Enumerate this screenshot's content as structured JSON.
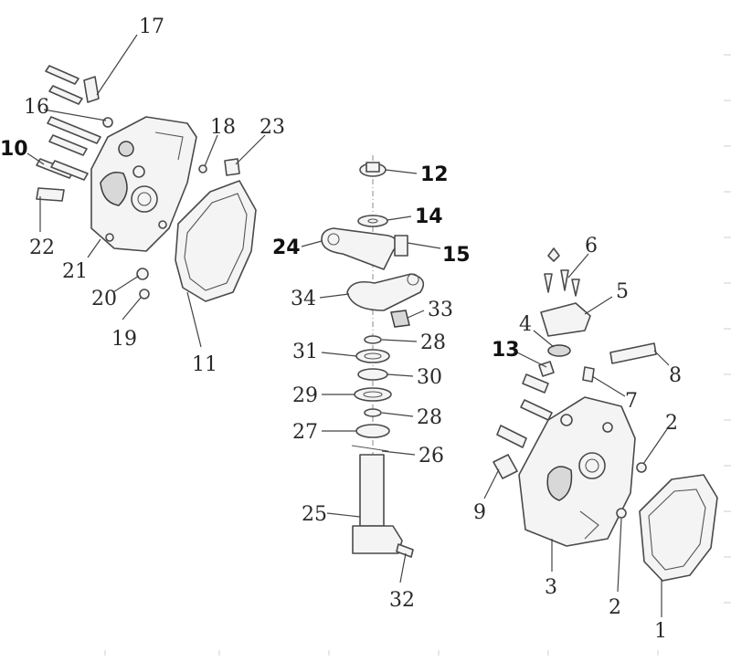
{
  "labels": {
    "p1": "1",
    "p2a": "2",
    "p2b": "2",
    "p3": "3",
    "p4": "4",
    "p5": "5",
    "p6": "6",
    "p7": "7",
    "p8": "8",
    "p9": "9",
    "p10": "10",
    "p11": "11",
    "p12": "12",
    "p13": "13",
    "p14": "14",
    "p15": "15",
    "p16": "16",
    "p17": "17",
    "p18": "18",
    "p19": "19",
    "p20": "20",
    "p21": "21",
    "p22": "22",
    "p23": "23",
    "p24": "24",
    "p25": "25",
    "p26": "26",
    "p27": "27",
    "p28a": "28",
    "p28b": "28",
    "p29": "29",
    "p30": "30",
    "p31": "31",
    "p32": "32",
    "p33": "33",
    "p34": "34"
  }
}
